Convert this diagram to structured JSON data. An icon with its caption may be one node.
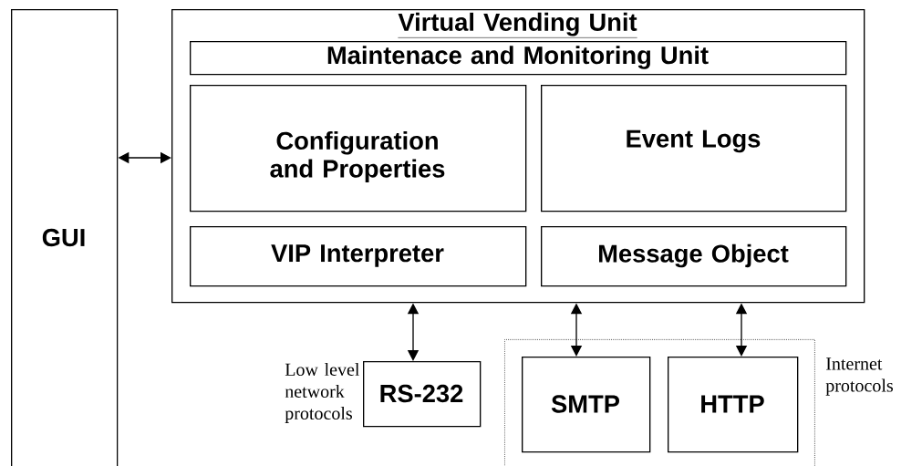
{
  "diagram": {
    "nodes": [
      {
        "text": [
          "GUI"
        ]
      },
      {
        "text": [
          "Virtual Vending Unit"
        ]
      },
      {
        "text": [
          "Maintenace and Monitoring Unit"
        ],
        "in": 1
      },
      {
        "text": [
          "Configuration and Properties"
        ],
        "in": 1
      },
      {
        "text": [
          "Event Logs"
        ],
        "in": 1
      },
      {
        "text": [
          "VIP Interpreter"
        ],
        "in": 1
      },
      {
        "text": [
          "Message Object"
        ],
        "in": 1
      },
      {
        "text": [
          "RS-232"
        ],
        "beside": [
          "Low level network protocols"
        ]
      },
      {
        "text": [],
        "shape": "box",
        "beside": [
          "Internet protocols"
        ]
      },
      {
        "text": [
          "SMTP"
        ],
        "in": 8
      },
      {
        "text": [
          "HTTP"
        ],
        "in": 8
      }
    ],
    "edges": [
      {
        "from": 0,
        "to": 1,
        "arrow": "both"
      },
      {
        "from": 1,
        "to": 7,
        "arrow": "both"
      },
      {
        "from": 1,
        "to": 9,
        "arrow": "both"
      },
      {
        "from": 1,
        "to": 10,
        "arrow": "both"
      }
    ]
  }
}
